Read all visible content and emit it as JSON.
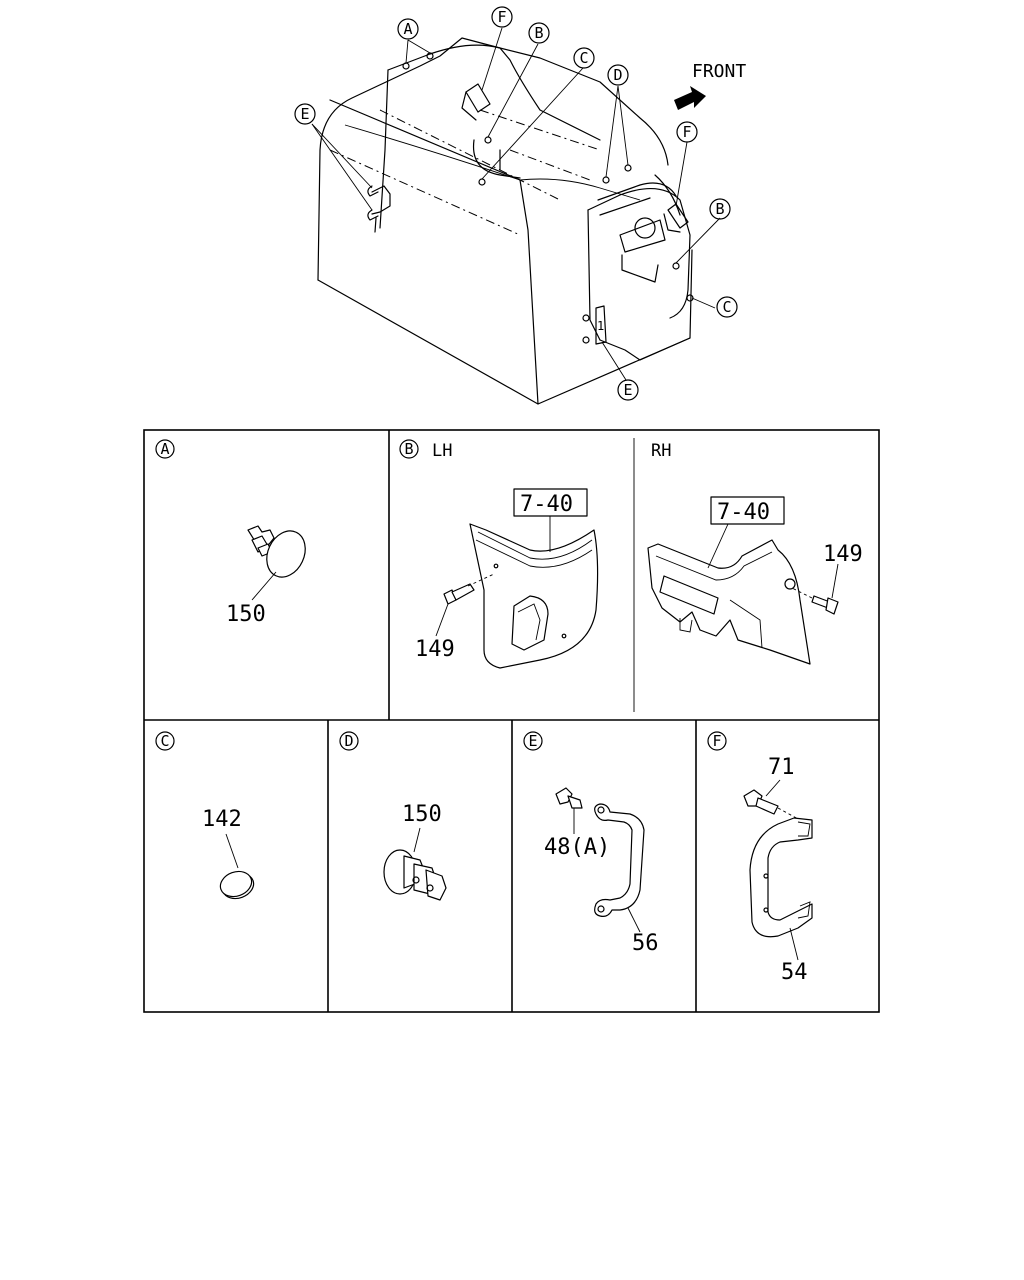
{
  "overview": {
    "front_label": "FRONT",
    "location_markers": [
      "A",
      "B",
      "C",
      "D",
      "E",
      "F",
      "B",
      "C",
      "E",
      "F"
    ]
  },
  "panels": {
    "A": {
      "letter": "A",
      "part_numbers": [
        "150"
      ]
    },
    "B": {
      "letter": "B",
      "lh": {
        "side_label": "LH",
        "ref": "7-40",
        "part_numbers": [
          "149"
        ]
      },
      "rh": {
        "side_label": "RH",
        "ref": "7-40",
        "part_numbers": [
          "149"
        ]
      }
    },
    "C": {
      "letter": "C",
      "part_numbers": [
        "142"
      ]
    },
    "D": {
      "letter": "D",
      "part_numbers": [
        "150"
      ]
    },
    "E": {
      "letter": "E",
      "part_numbers": [
        "48(A)",
        "56"
      ]
    },
    "F": {
      "letter": "F",
      "part_numbers": [
        "71",
        "54"
      ]
    }
  }
}
